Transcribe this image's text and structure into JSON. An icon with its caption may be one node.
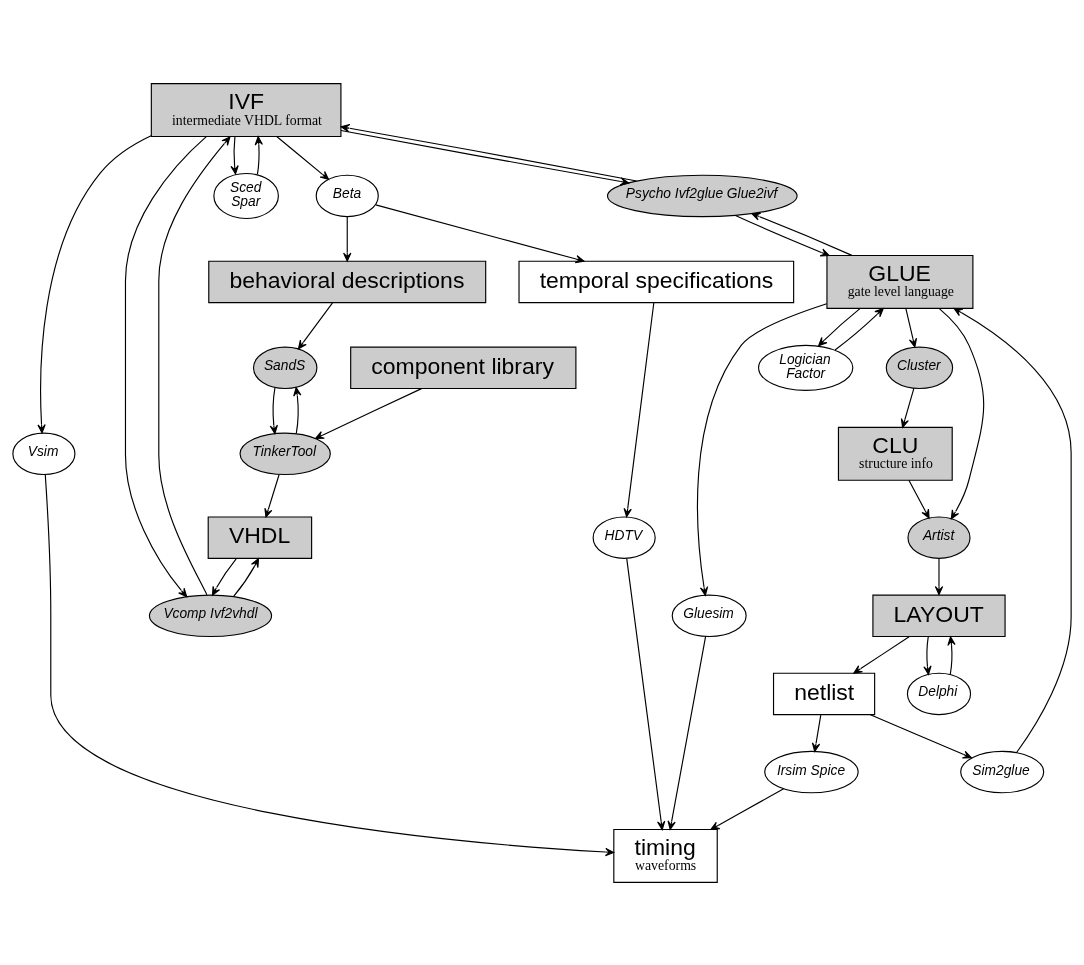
{
  "diagram": {
    "nodes": [
      {
        "text": [
          "temporal specifications"
        ]
      },
      {
        "text": [
          "behavioral descriptions"
        ]
      },
      {
        "text": [
          "component library"
        ]
      },
      {
        "text": [
          "HDTV"
        ]
      },
      {
        "text": [
          "Beta"
        ]
      },
      {
        "text": [
          "SandS"
        ]
      },
      {
        "text": [
          "TinkerTool"
        ]
      },
      {
        "text": [
          "VHDL"
        ]
      },
      {
        "text": [
          "Vcomp Ivf2vhdl"
        ]
      },
      {
        "text": [
          "timing",
          "waveforms"
        ]
      },
      {
        "text": [
          "IVF",
          "intermediate VHDL format"
        ]
      },
      {
        "text": [
          "Sced",
          "Spar"
        ]
      },
      {
        "text": [
          "Vsim"
        ]
      },
      {
        "text": [
          "Psycho Ivf2glue Glue2ivf"
        ]
      },
      {
        "text": [
          "Gluesim"
        ]
      },
      {
        "text": [
          "GLUE",
          "gate level language"
        ]
      },
      {
        "text": [
          "Logician",
          "Factor"
        ]
      },
      {
        "text": [
          "Irsim Spice"
        ]
      },
      {
        "text": [
          "Sim2glue"
        ]
      },
      {
        "text": [
          "Cluster"
        ]
      },
      {
        "text": [
          "CLU",
          "structure info"
        ]
      },
      {
        "text": [
          "netlist"
        ]
      },
      {
        "text": [
          "Artist"
        ]
      },
      {
        "text": [
          "LAYOUT"
        ]
      },
      {
        "text": [
          "Delphi"
        ]
      }
    ],
    "edges": [
      {
        "from": 0,
        "to": 3,
        "arrow": "to"
      },
      {
        "from": 3,
        "to": 9,
        "arrow": "to"
      },
      {
        "from": 4,
        "to": 0,
        "arrow": "to"
      },
      {
        "from": 4,
        "to": 1,
        "arrow": "to"
      },
      {
        "from": 10,
        "to": 4,
        "arrow": "to"
      },
      {
        "from": 1,
        "to": 5,
        "arrow": "to"
      },
      {
        "from": 2,
        "to": 6,
        "arrow": "to"
      },
      {
        "from": 6,
        "to": 5,
        "arrow": "to"
      },
      {
        "from": 5,
        "to": 6,
        "arrow": "to"
      },
      {
        "from": 6,
        "to": 7,
        "arrow": "to"
      },
      {
        "from": 8,
        "to": 7,
        "arrow": "to"
      },
      {
        "from": 7,
        "to": 8,
        "arrow": "to"
      },
      {
        "from": 10,
        "to": 8,
        "arrow": "to"
      },
      {
        "from": 8,
        "to": 10,
        "arrow": "to"
      },
      {
        "from": 10,
        "to": 12,
        "arrow": "to"
      },
      {
        "from": 12,
        "to": 9,
        "arrow": "to"
      },
      {
        "from": 10,
        "to": 11,
        "arrow": "to"
      },
      {
        "from": 11,
        "to": 10,
        "arrow": "to"
      },
      {
        "from": 10,
        "to": 13,
        "arrow": "to"
      },
      {
        "from": 13,
        "to": 10,
        "arrow": "to"
      },
      {
        "from": 13,
        "to": 15,
        "arrow": "to"
      },
      {
        "from": 15,
        "to": 13,
        "arrow": "to"
      },
      {
        "from": 15,
        "to": 14,
        "arrow": "to"
      },
      {
        "from": 14,
        "to": 9,
        "arrow": "to"
      },
      {
        "from": 17,
        "to": 9,
        "arrow": "to"
      },
      {
        "from": 15,
        "to": 16,
        "arrow": "to"
      },
      {
        "from": 16,
        "to": 15,
        "arrow": "to"
      },
      {
        "from": 18,
        "to": 15,
        "arrow": "to"
      },
      {
        "from": 21,
        "to": 17,
        "arrow": "to"
      },
      {
        "from": 21,
        "to": 18,
        "arrow": "to"
      },
      {
        "from": 15,
        "to": 19,
        "arrow": "to"
      },
      {
        "from": 19,
        "to": 20,
        "arrow": "to"
      },
      {
        "from": 20,
        "to": 22,
        "arrow": "to"
      },
      {
        "from": 15,
        "to": 22,
        "arrow": "to"
      },
      {
        "from": 22,
        "to": 23,
        "arrow": "to"
      },
      {
        "from": 23,
        "to": 21,
        "arrow": "to"
      },
      {
        "from": 23,
        "to": 24,
        "arrow": "to"
      },
      {
        "from": 24,
        "to": 23,
        "arrow": "to"
      }
    ]
  }
}
